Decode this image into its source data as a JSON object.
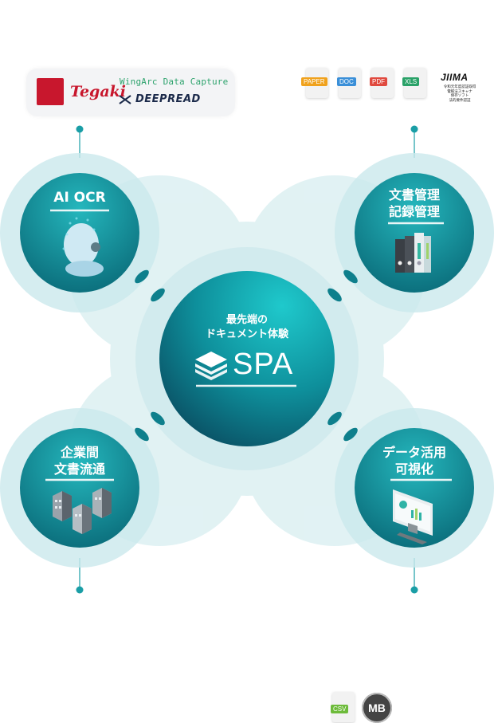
{
  "logos": {
    "tegaki": "Tegaki",
    "wingarc": "WingArc Data Capture",
    "deepread": "DEEPREAD",
    "jiima": "JIIMA",
    "jiima_caption": [
      "令和元年度認証取得",
      "電帳法スキャナ",
      "保存ソフト",
      "法的要件認証"
    ]
  },
  "file_formats": [
    {
      "label": "PAPER",
      "color": "#f0a21d"
    },
    {
      "label": "DOC",
      "color": "#3a8fd8"
    },
    {
      "label": "PDF",
      "color": "#e04a3f"
    },
    {
      "label": "XLS",
      "color": "#2aa268"
    }
  ],
  "center": {
    "line1": "最先端の",
    "line2": "ドキュメント体験",
    "brand": "SPA"
  },
  "nodes": {
    "ai_ocr": {
      "line1": "AI OCR",
      "line2": ""
    },
    "doc_mgmt": {
      "line1": "文書管理",
      "line2": "記録管理"
    },
    "b2b": {
      "line1": "企業間",
      "line2": "文書流通"
    },
    "data_viz": {
      "line1": "データ活用",
      "line2": "可視化"
    }
  },
  "bottom_formats": {
    "csv": {
      "label": "CSV",
      "color": "#6dbb3a"
    },
    "mb": "MB"
  },
  "colors": {
    "teal_dark": "#0a5c6b",
    "teal_light": "#1fb5bb",
    "halo": "#d7eef0"
  }
}
